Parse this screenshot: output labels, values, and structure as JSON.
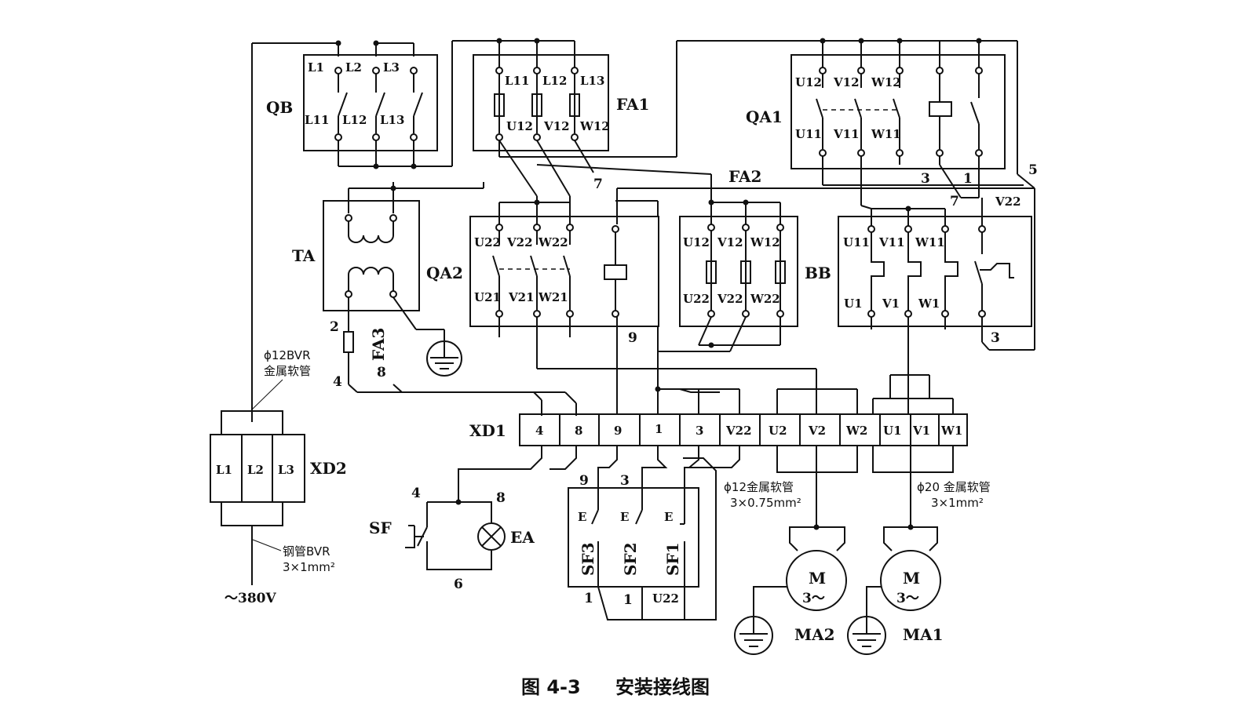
{
  "caption": {
    "figure": "图 4-3",
    "title": "安装接线图"
  },
  "components": {
    "QB": {
      "label": "QB",
      "top_pins": [
        "L1",
        "L2",
        "L3"
      ],
      "bottom_pins": [
        "L11",
        "L12",
        "L13"
      ]
    },
    "FA1": {
      "label": "FA1",
      "top_pins": [
        "L11",
        "L12",
        "L13"
      ],
      "bottom_pins": [
        "U12",
        "V12",
        "W12"
      ]
    },
    "QA1": {
      "label": "QA1",
      "top_pins": [
        "U12",
        "V12",
        "W12"
      ],
      "bottom_pins": [
        "U11",
        "V11",
        "W11"
      ],
      "aux_numbers": [
        "3",
        "1"
      ]
    },
    "TA": {
      "label": "TA"
    },
    "FA3": {
      "label": "FA3"
    },
    "QA2": {
      "label": "QA2",
      "top_pins": [
        "U22",
        "V22",
        "W22"
      ],
      "bottom_pins": [
        "U21",
        "V21",
        "W21"
      ]
    },
    "FA2": {
      "label": "FA2"
    },
    "BB": {
      "label": "BB",
      "top_pins": [
        "U12",
        "V12",
        "W12"
      ],
      "bottom_pins": [
        "U22",
        "V22",
        "W22"
      ]
    },
    "FR": {
      "top_pins": [
        "U11",
        "V11",
        "W11"
      ],
      "bottom_pins": [
        "U1",
        "V1",
        "W1"
      ]
    },
    "SF": {
      "label": "SF"
    },
    "EA": {
      "label": "EA"
    },
    "SF1": {
      "label": "SF1"
    },
    "SF2": {
      "label": "SF2"
    },
    "SF3": {
      "label": "SF3"
    },
    "MA1": {
      "label": "MA1",
      "motor": "M",
      "phase": "3～"
    },
    "MA2": {
      "label": "MA2",
      "motor": "M",
      "phase": "3～"
    }
  },
  "terminals": {
    "XD1": {
      "label": "XD1",
      "cells": [
        "4",
        "8",
        "9",
        "1",
        "3",
        "V22",
        "U2",
        "V2",
        "W2",
        "U1",
        "V1",
        "W1"
      ]
    },
    "XD2": {
      "label": "XD2",
      "cells": [
        "L1",
        "L2",
        "L3"
      ]
    }
  },
  "wire_numbers": {
    "n7a": "7",
    "n7b": "7",
    "n5": "5",
    "n1": "1",
    "nv22": "V22",
    "n3": "3",
    "n9": "9",
    "n2": "2",
    "n8": "8",
    "n4": "4",
    "sf4": "4",
    "sf8": "8",
    "sf6": "6",
    "b9": "9",
    "b3": "3",
    "b1a": "1",
    "b1b": "1",
    "bu22": "U22"
  },
  "button_marks": {
    "e1": "E",
    "e2": "E",
    "e3": "E"
  },
  "notes": {
    "bvr_a": "ϕ12BVR",
    "bvr_b": "金属软管",
    "steel_a": "钢管BVR",
    "steel_b": "3×1mm²",
    "supply": "～380V",
    "ma2_a": "ϕ12金属软管",
    "ma2_b": "3×0.75mm²",
    "ma1_a": "ϕ20 金属软管",
    "ma1_b": "3×1mm²"
  }
}
